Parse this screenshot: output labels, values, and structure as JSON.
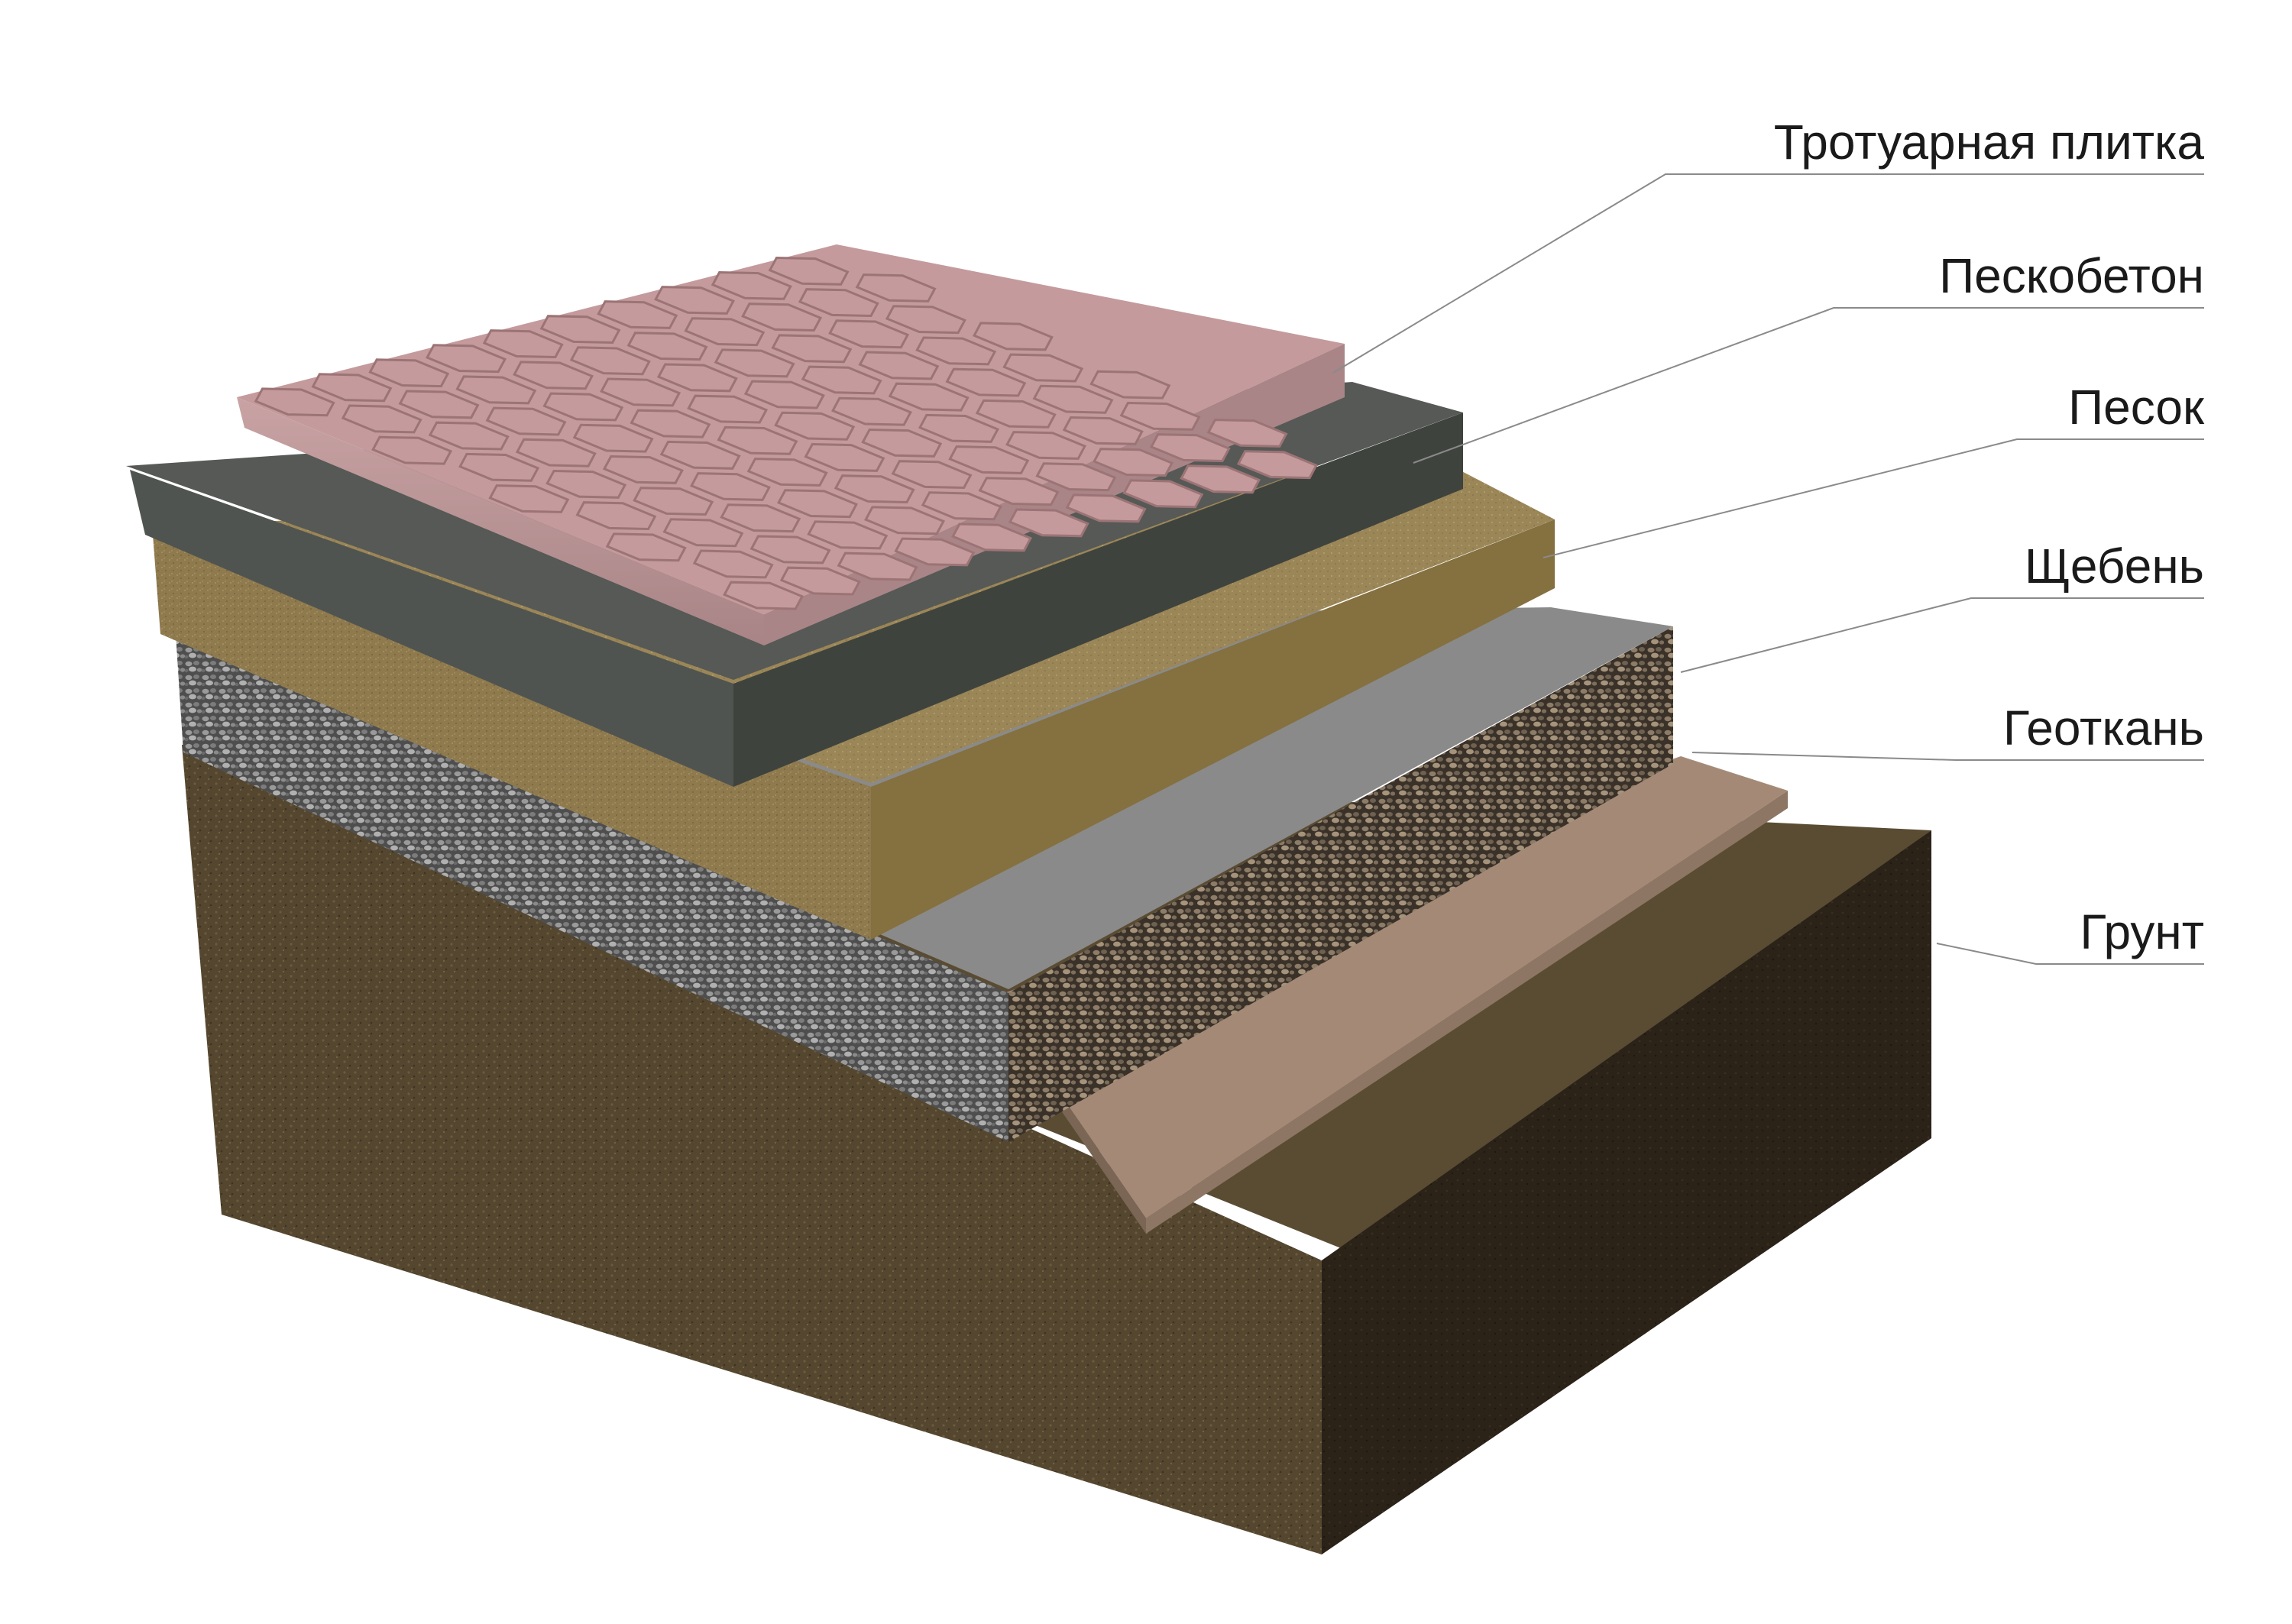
{
  "layers": [
    {
      "id": "paving-tile",
      "label": "Тротуарная плитка",
      "color": "#c49a9c"
    },
    {
      "id": "sand-concrete",
      "label": "Пескобетон",
      "color": "#4e514e"
    },
    {
      "id": "sand",
      "label": "Песок",
      "color": "#9a8455"
    },
    {
      "id": "gravel",
      "label": "Щебень",
      "color": "#6e6e6e"
    },
    {
      "id": "geotextile",
      "label": "Геоткань",
      "color": "#a48a76"
    },
    {
      "id": "soil",
      "label": "Грунт",
      "color": "#4a3e2c"
    }
  ]
}
